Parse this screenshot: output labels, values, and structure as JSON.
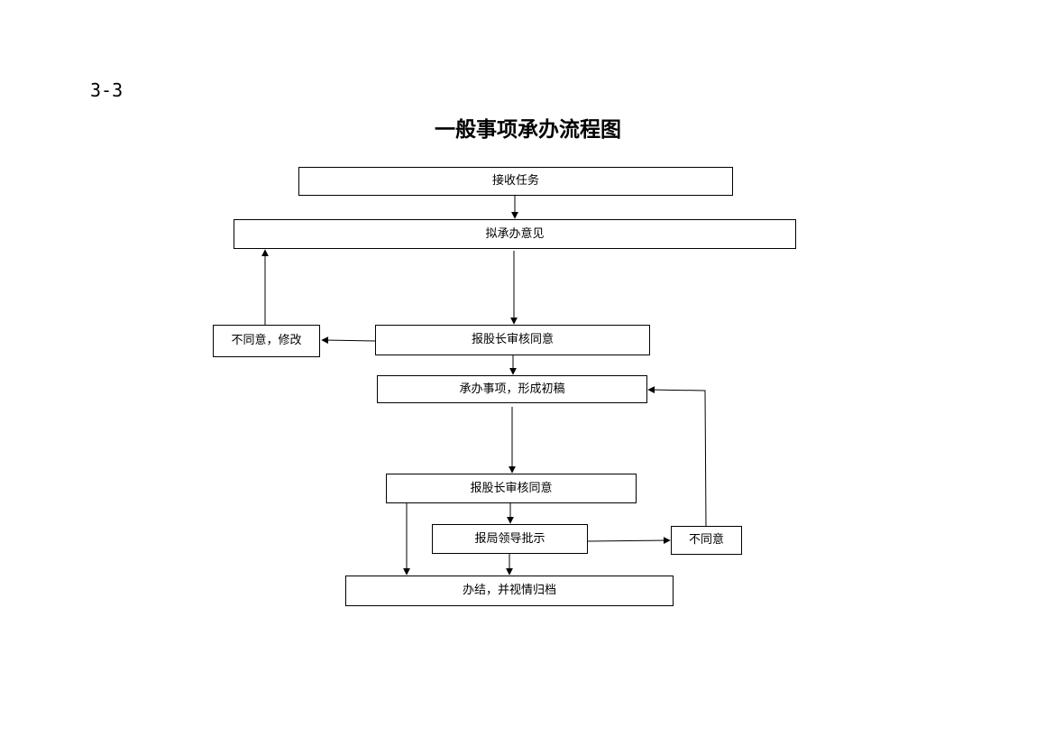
{
  "page_number": "3-3",
  "title": "一般事项承办流程图",
  "nodes": {
    "receive_task": "接收任务",
    "draft_opinion": "拟承办意见",
    "section_chief_review_1": "报股长审核同意",
    "disagree_revise": "不同意，修改",
    "handle_draft": "承办事项，形成初稿",
    "section_chief_review_2": "报股长审核同意",
    "leader_approval": "报局领导批示",
    "disagree": "不同意",
    "complete_archive": "办结，并视情归档"
  }
}
